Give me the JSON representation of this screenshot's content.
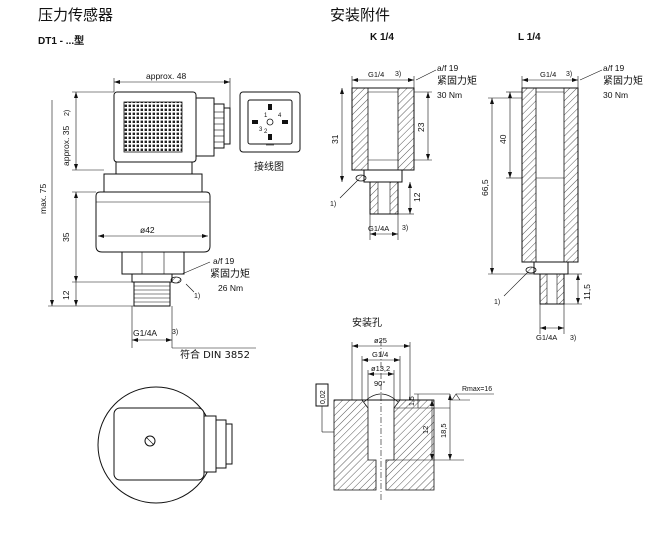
{
  "titles": {
    "left": "压力传感器",
    "right": "安装附件",
    "model": "DT1 - ...型",
    "k14": "K 1/4",
    "l14": "L 1/4",
    "wiring": "接线图",
    "mounting_hole": "安装孔"
  },
  "dt1": {
    "approx48": "approx. 48",
    "approx35": "approx. 35",
    "note2": "2)",
    "max75": "max. 75",
    "dim35": "35",
    "dim12": "12",
    "dia42": "ø42",
    "af19": "a/f 19",
    "torque": "紧固力矩",
    "torque_val": "26 Nm",
    "note1": "1)",
    "thread": "G1/4A",
    "note3": "3)",
    "standard": "符合 DIN 3852"
  },
  "k": {
    "thread_top": "G1/4",
    "note3": "3)",
    "af19": "a/f 19",
    "torque": "紧固力矩",
    "torque_val": "30 Nm",
    "dim31": "31",
    "dim23": "23",
    "dim12": "12",
    "note1": "1)",
    "thread_bottom": "G1/4A",
    "note3b": "3)"
  },
  "l": {
    "thread_top": "G1/4",
    "note3": "3)",
    "af19": "a/f 19",
    "torque": "紧固力矩",
    "torque_val": "30 Nm",
    "dim40": "40",
    "dim665": "66,5",
    "dim115": "11,5",
    "note1": "1)",
    "thread_bottom": "G1/4A",
    "note3b": "3)"
  },
  "hole": {
    "dia25": "ø25",
    "g14": "G1/4",
    "dia132": "ø13,2",
    "angle": "90°",
    "tol": "0,02",
    "dim15": "1,5",
    "dim12": "12",
    "dim185": "18,5",
    "rmax": "Rmax=16"
  }
}
